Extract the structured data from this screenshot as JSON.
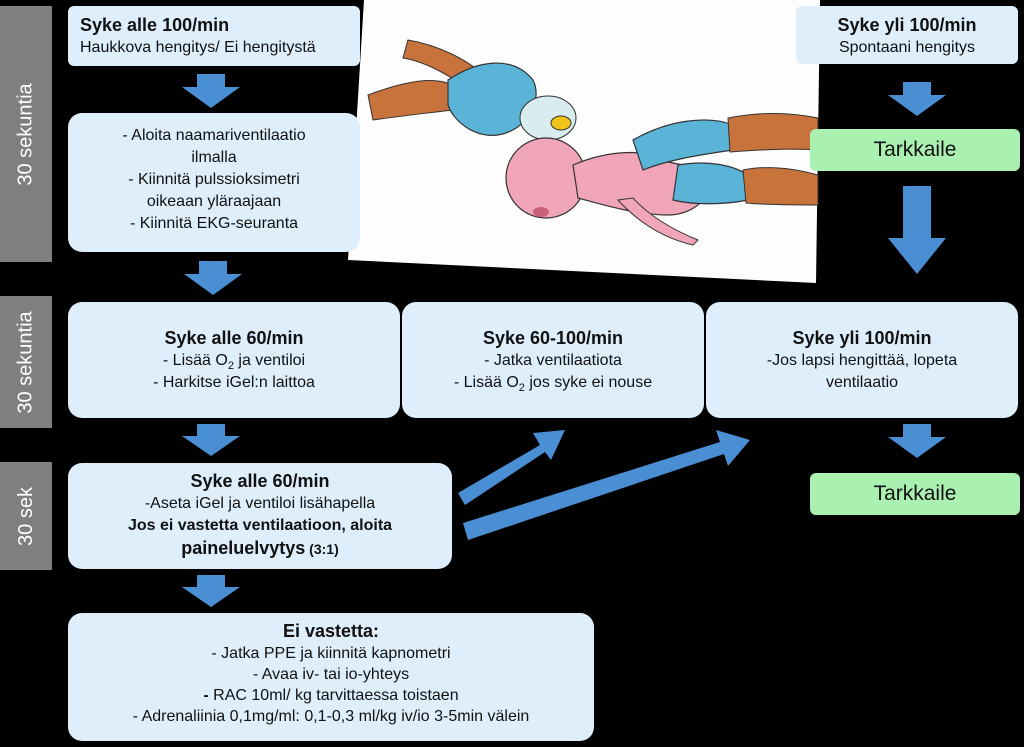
{
  "sidebar": {
    "s1": "30 sekuntia",
    "s2": "30 sekuntia",
    "s3": "30 sek"
  },
  "box1": {
    "title": "Syke alle 100/min",
    "line1": "Haukkova hengitys/ Ei hengitystä"
  },
  "box2": {
    "line1": "- Aloita naamariventilaatio",
    "line2": "ilmalla",
    "line3": "- Kiinnitä pulssioksimetri",
    "line4": "oikeaan yläraajaan",
    "line5": "- Kiinnitä EKG-seuranta"
  },
  "box_right_top": {
    "title": "Syke yli 100/min",
    "line1": "Spontaani hengitys"
  },
  "tarkkaile1": "Tarkkaile",
  "tarkkaile2": "Tarkkaile",
  "box_a": {
    "title": "Syke alle 60/min",
    "line1_pre": "- Lisää O",
    "line1_sub": "2",
    "line1_post": " ja ventiloi",
    "line2": "- Harkitse iGel:n laittoa"
  },
  "box_b": {
    "title": "Syke 60-100/min",
    "line1": "- Jatka ventilaatiota",
    "line2_pre": "- Lisää O",
    "line2_sub": "2",
    "line2_post": " jos syke ei nouse"
  },
  "box_c": {
    "title": "Syke yli 100/min",
    "line1": "-Jos lapsi hengittää, lopeta",
    "line2": "ventilaatio"
  },
  "box_d": {
    "title": "Syke alle 60/min",
    "line1": "-Aseta iGel ja ventiloi lisähapella",
    "line2": "Jos ei vastetta ventilaatioon, aloita",
    "line3_big": "paineluelvytys",
    "line3_small": " (3:1)"
  },
  "box_e": {
    "title": "Ei vastetta:",
    "line1": "- Jatka PPE ja kiinnitä kapnometri",
    "line2": "- Avaa iv- tai io-yhteys",
    "line3_bold": "-",
    "line3_rest": " RAC 10ml/ kg tarvittaessa toistaen",
    "line4": "- Adrenaliinia 0,1mg/ml: 0,1-0,3 ml/kg iv/io 3-5min välein"
  },
  "colors": {
    "box": "#dfeefb",
    "green": "#a9f0b1",
    "arrow": "#4a8fd4",
    "sidebar": "#7f7f7f"
  }
}
